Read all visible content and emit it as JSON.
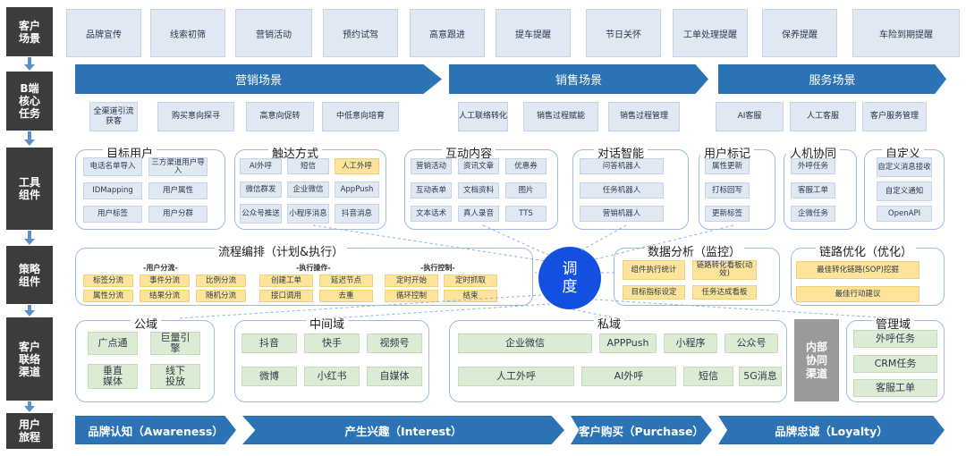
{
  "rows": {
    "customer_scene": "客户场景",
    "b_core": "B端核心任务",
    "tools": "工具组件",
    "strategy": "策略组件",
    "channels": "客户联络渠道",
    "journey": "用户旅程"
  },
  "customer_scenes": [
    "品牌宣传",
    "线索初筛",
    "营销活动",
    "预约试驾",
    "高意跟进",
    "提车提醒",
    "节日关怀",
    "工单处理提醒",
    "保养提醒",
    "车险到期提醒"
  ],
  "core": {
    "banners": [
      "营销场景",
      "销售场景",
      "服务场景"
    ],
    "marketing_tasks": [
      "全渠道引流获客",
      "购买意向探寻",
      "高意向促转",
      "中低意向培育"
    ],
    "sales_tasks": [
      "人工联络转化",
      "销售过程赋能",
      "销售过程管理"
    ],
    "service_tasks": [
      "AI客服",
      "人工客服",
      "客户服务管理"
    ]
  },
  "tools": {
    "target_user": {
      "title": "目标用户",
      "items": [
        "电话名单导入",
        "三方渠道用户导入",
        "IDMapping",
        "用户属性",
        "用户标签",
        "用户分群"
      ]
    },
    "reach": {
      "title": "触达方式",
      "items": [
        "AI外呼",
        "短信",
        "人工外呼",
        "微信群发",
        "企业微信",
        "AppPush",
        "公众号推送",
        "小程序消息",
        "抖音消息"
      ]
    },
    "interaction": {
      "title": "互动内容",
      "items": [
        "营销活动",
        "资讯文章",
        "优惠券",
        "互动表单",
        "文档资料",
        "图片",
        "文本话术",
        "真人录音",
        "TTS"
      ]
    },
    "dialogue": {
      "title": "对话智能",
      "items": [
        "问答机器人",
        "任务机器人",
        "营销机器人"
      ]
    },
    "user_tag": {
      "title": "用户标记",
      "items": [
        "属性更新",
        "打标回写",
        "更新标签"
      ]
    },
    "hmc": {
      "title": "人机协同",
      "items": [
        "外呼任务",
        "客服工单",
        "企微任务"
      ]
    },
    "custom": {
      "title": "自定义",
      "items": [
        "自定义消息接收",
        "自定义通知",
        "OpenAPI"
      ]
    }
  },
  "strategy": {
    "orchestration": {
      "title": "流程编排（计划&执行）",
      "groups": [
        {
          "head": "-用户分流-",
          "items": [
            "标签分流",
            "事件分流",
            "比例分流",
            "属性分流",
            "结果分流",
            "随机分流"
          ]
        },
        {
          "head": "-执行操作-",
          "items": [
            "创建工单",
            "延迟节点",
            "接口调用",
            "去重"
          ]
        },
        {
          "head": "-执行控制-",
          "items": [
            "定时开始",
            "定时抓取",
            "循环控制",
            "结束"
          ]
        }
      ]
    },
    "dispatch": "调度",
    "analysis": {
      "title": "数据分析（监控）",
      "items": [
        "组件执行统计",
        "链路转化看板(动效)",
        "目标指标设定",
        "任务达成看板"
      ]
    },
    "optimize": {
      "title": "链路优化（优化）",
      "items": [
        "最佳转化链路(SOP)挖掘",
        "最佳行动建议"
      ]
    }
  },
  "channels": {
    "public": {
      "title": "公域",
      "items": [
        "广点通",
        "巨量引擎",
        "垂直媒体",
        "线下投放"
      ]
    },
    "middle": {
      "title": "中间域",
      "items": [
        "抖音",
        "快手",
        "视频号",
        "微博",
        "小红书",
        "自媒体"
      ]
    },
    "private": {
      "title": "私域",
      "items": [
        "企业微信",
        "APPPush",
        "小程序",
        "公众号",
        "人工外呼",
        "AI外呼",
        "短信",
        "5G消息"
      ]
    },
    "internal": "内部协同渠道",
    "manage": {
      "title": "管理域",
      "items": [
        "外呼任务",
        "CRM任务",
        "客服工单"
      ]
    }
  },
  "journey": [
    "品牌认知（Awareness）",
    "产生兴趣（Interest）",
    "客户购买（Purchase）",
    "品牌忠诚（Loyalty）"
  ],
  "colors": {
    "banner": "#2b73b5",
    "tile": "#dfe8f3",
    "yellow": "#fde49a",
    "green": "#dcebd3",
    "dispatch": "#1350e0",
    "label": "#3c3c3c"
  }
}
